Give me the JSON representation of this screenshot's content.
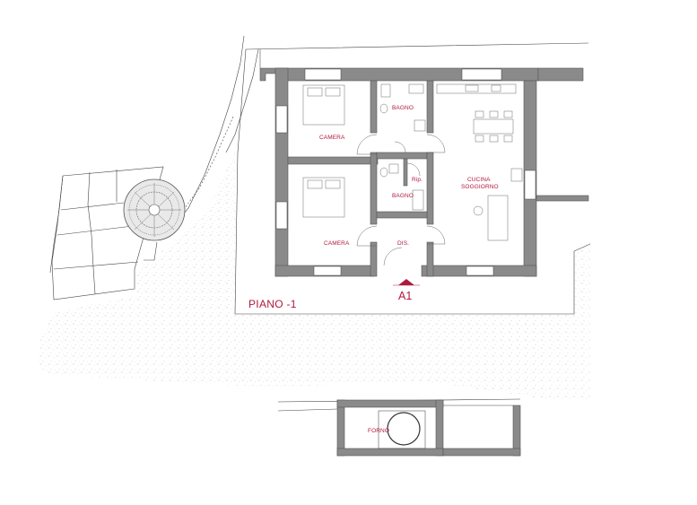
{
  "floor_label": "PIANO -1",
  "entrance_label": "A1",
  "rooms": {
    "camera_top": "CAMERA",
    "bagno_top": "BAGNO",
    "rip": "Rip.",
    "bagno_mid": "BAGNO",
    "cucina_line1": "CUCINA",
    "cucina_line2": "SOGGIORNO",
    "camera_bottom": "CAMERA",
    "dis": "DIS.",
    "forno": "FORNO"
  },
  "colors": {
    "label": "#b0193d",
    "wall": "#8a8a8a",
    "gravel": "#c8c8c8"
  }
}
